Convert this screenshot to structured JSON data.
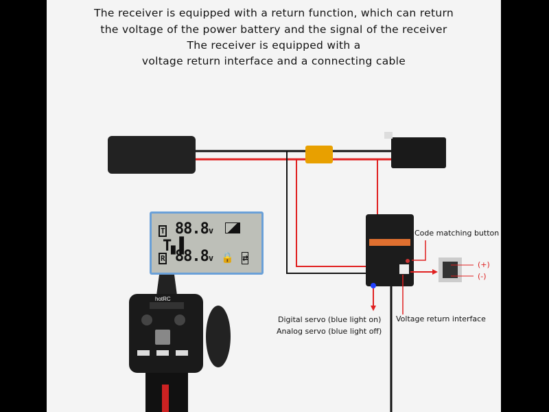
{
  "header": {
    "line1": "The receiver is equipped with a return function, which can return",
    "line2": "the voltage of the power battery and the signal of the receiver",
    "line3": "The receiver is equipped with a",
    "line4": "voltage return interface and a connecting cable"
  },
  "labels": {
    "code_matching_button": "Code matching button",
    "plus": "(+)",
    "minus": "(-)",
    "digital_servo": "Digital servo (blue light on)",
    "analog_servo": "Analog servo (blue light off)",
    "voltage_return": "Voltage return interface"
  },
  "lcd": {
    "row1_reading": "88.8",
    "row2_reading": "88.8",
    "unit": "v",
    "tx_label": "T",
    "rx_label": "R"
  },
  "transmitter": {
    "brand": "hotRC"
  },
  "colors": {
    "wire_red": "#e02020",
    "wire_black": "#111111",
    "lcd_bg": "#bdbfb8",
    "blue_led": "#2040ff"
  }
}
